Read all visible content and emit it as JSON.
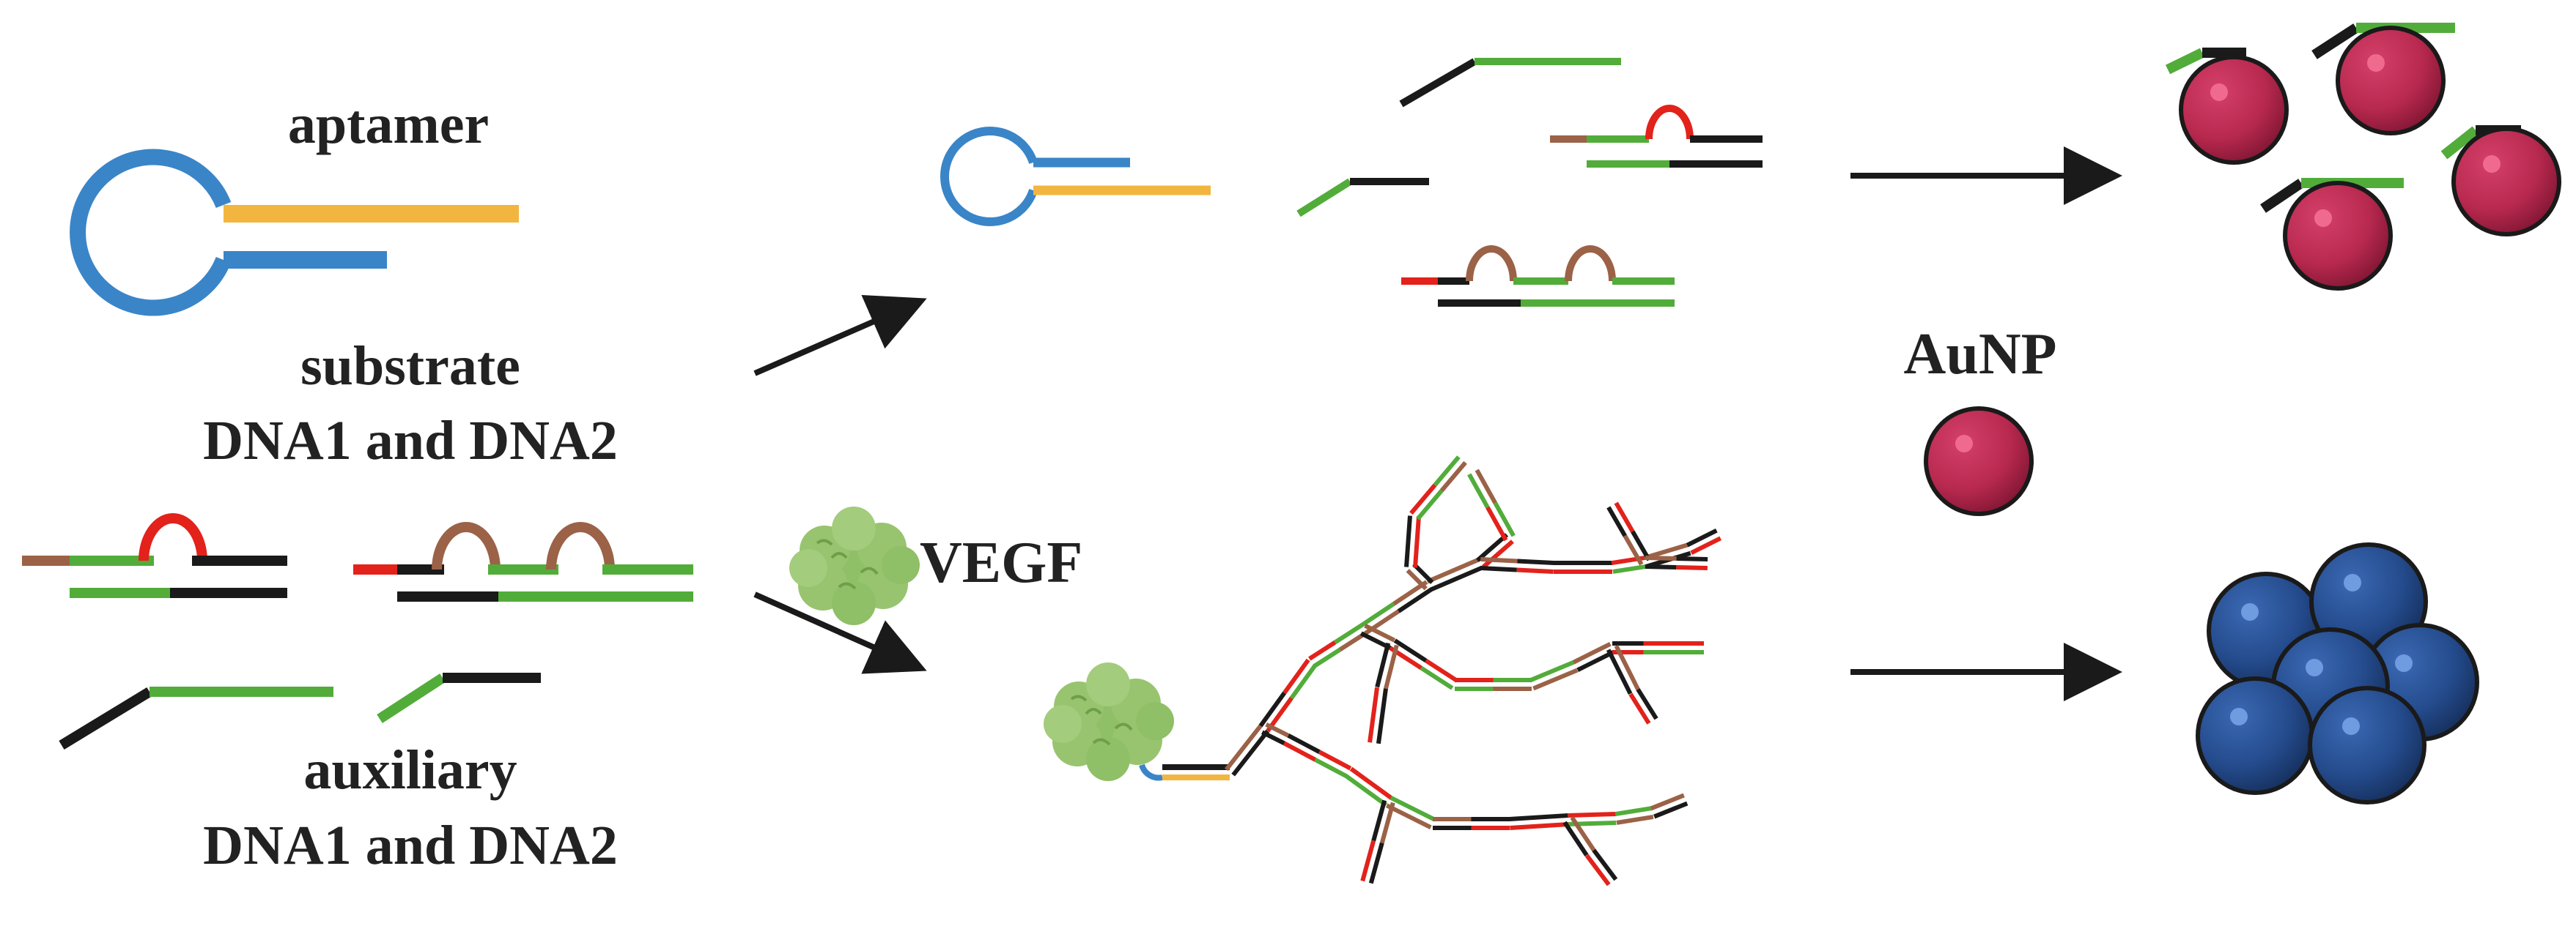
{
  "labels": {
    "aptamer": "aptamer",
    "substrate_line1": "substrate",
    "substrate_line2": "DNA1 and DNA2",
    "auxiliary_line1": "auxiliary",
    "auxiliary_line2": "DNA1 and DNA2",
    "vegf": "VEGF",
    "aunp": "AuNP"
  },
  "colors": {
    "blue": "#3a85c8",
    "yellow": "#f2b640",
    "green": "#52ac3a",
    "black": "#1a1a1a",
    "red": "#e2221b",
    "brown": "#9b6247",
    "aunp_red": "#b8294f",
    "aunp_blue": "#244b8c",
    "vegf_green": "#98c46f"
  }
}
